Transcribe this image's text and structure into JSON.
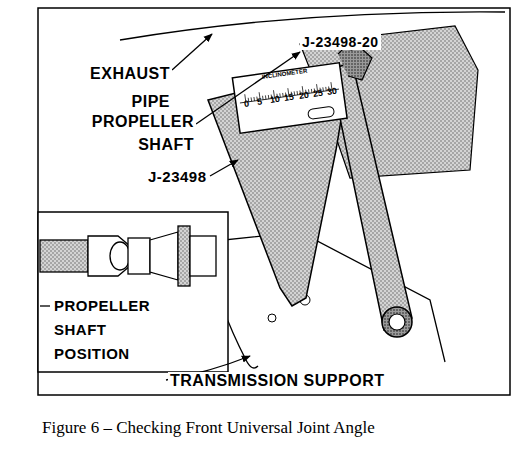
{
  "diagram": {
    "caption": "Figure 6 – Checking Front Universal Joint Angle",
    "labels": [
      "J-23498-20",
      "EXHAUST PIPE",
      "PROPELLER SHAFT",
      "INCLINOMETER",
      "0",
      "5",
      "10",
      "15",
      "20",
      "25",
      "30",
      "J-23498",
      "PROPELLER SHAFT POSITION",
      "TRANSMISSION SUPPORT"
    ]
  }
}
